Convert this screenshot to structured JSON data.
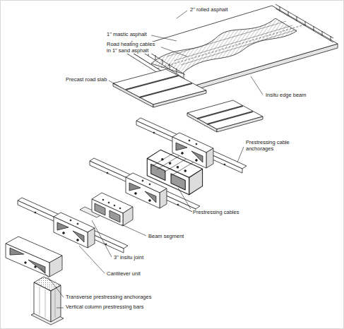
{
  "diagram": {
    "labels": [
      "2\" rolled asphalt",
      "1\" mastic asphalt",
      "Road heating cables in 1\" sand asphalt",
      "Precast road slab",
      "Insitu edge beam",
      "Prestressing cable anchorages",
      "Prestressing cables",
      "Beam segment",
      "3\" insitu joint",
      "Cantilever unit",
      "Transverse prestressing anchorages",
      "Vertical column prestressing bars"
    ]
  }
}
